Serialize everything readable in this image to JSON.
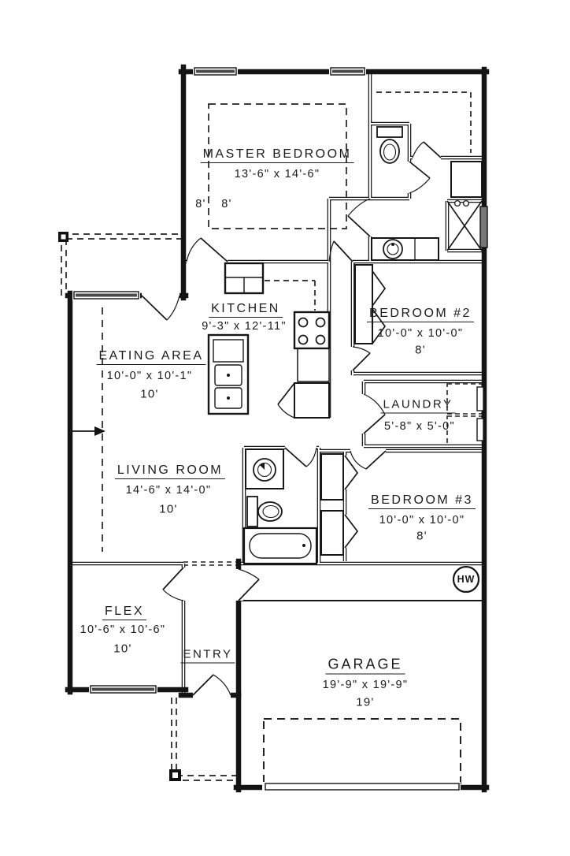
{
  "plan": {
    "rooms": [
      {
        "name": "MASTER BEDROOM",
        "dims": "13'-6\" x 14'-6\"",
        "ceiling": ""
      },
      {
        "name": "KITCHEN",
        "dims": "9'-3\" x 12'-11\"",
        "ceiling": ""
      },
      {
        "name": "EATING AREA",
        "dims": "10'-0\" x 10'-1\"",
        "ceiling": "10'"
      },
      {
        "name": "BEDROOM #2",
        "dims": "10'-0\" x 10'-0\"",
        "ceiling": "8'"
      },
      {
        "name": "LAUNDRY",
        "dims": "5'-8\" x 5'-0\"",
        "ceiling": ""
      },
      {
        "name": "LIVING ROOM",
        "dims": "14'-6\" x 14'-0\"",
        "ceiling": "10'"
      },
      {
        "name": "BEDROOM #3",
        "dims": "10'-0\" x 10'-0\"",
        "ceiling": "8'"
      },
      {
        "name": "FLEX",
        "dims": "10'-6\" x 10'-6\"",
        "ceiling": "10'"
      },
      {
        "name": "ENTRY",
        "dims": "",
        "ceiling": ""
      },
      {
        "name": "GARAGE",
        "dims": "19'-9\" x 19'-9\"",
        "ceiling": "19'"
      }
    ],
    "master_ceiling_notes": [
      "8'",
      "8'"
    ],
    "water_heater_label": "HW",
    "colors": {
      "line": "#161616",
      "background": "#ffffff",
      "window_band": "#4a4a4a"
    }
  }
}
